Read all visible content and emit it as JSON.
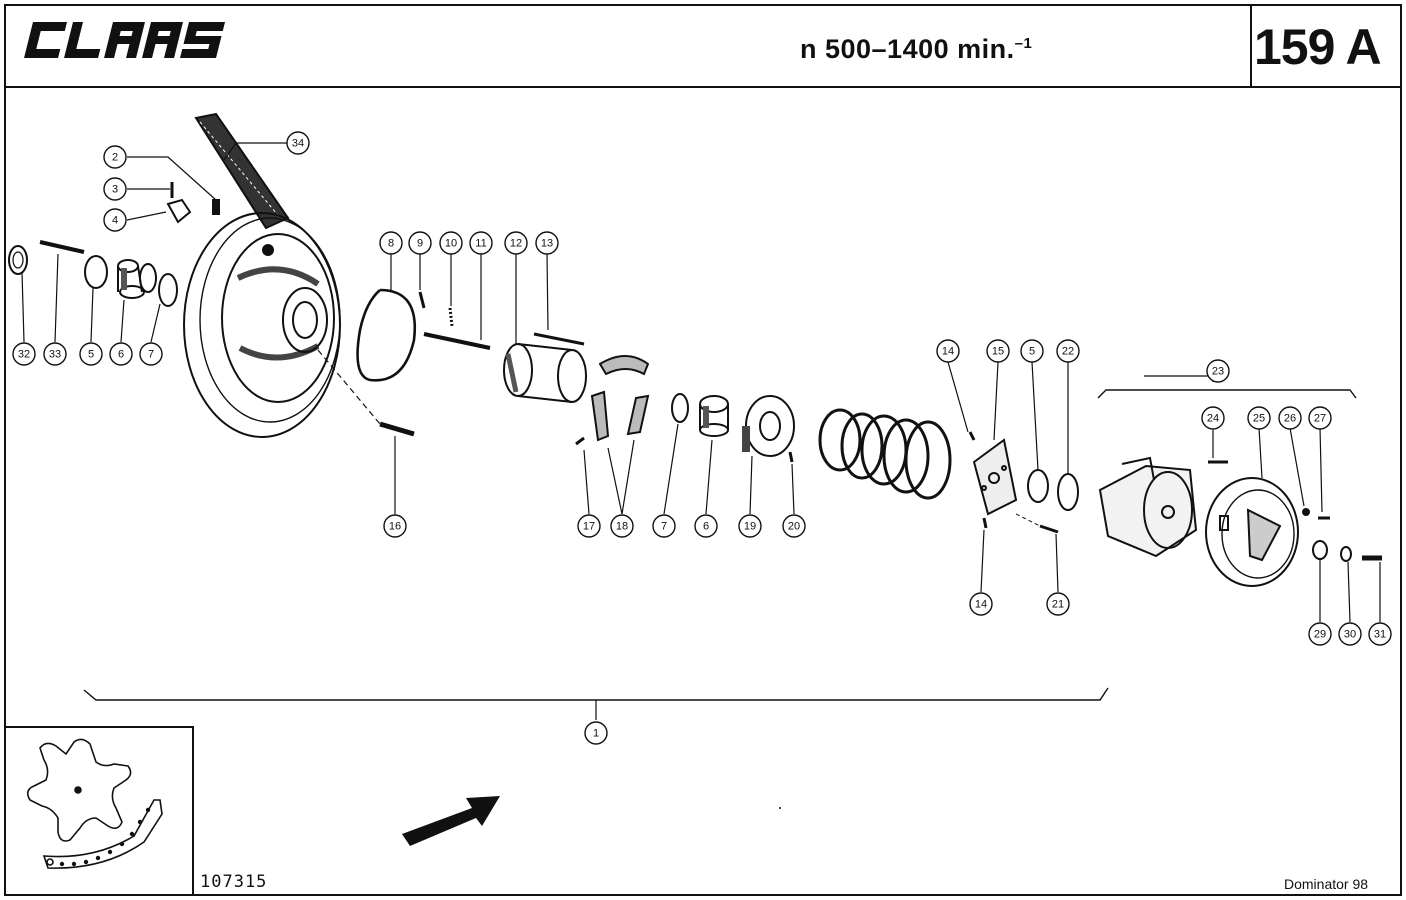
{
  "header": {
    "brand": "CLAAS",
    "speed_text": "n 500–1400 min.",
    "speed_exponent": "–1",
    "page_number": "159 A"
  },
  "footer": {
    "drawing_number": "107315",
    "model": "Dominator 98"
  },
  "callouts": [
    {
      "id": "c2",
      "label": "2"
    },
    {
      "id": "c3",
      "label": "3"
    },
    {
      "id": "c4",
      "label": "4"
    },
    {
      "id": "c34",
      "label": "34"
    },
    {
      "id": "c32",
      "label": "32"
    },
    {
      "id": "c33",
      "label": "33"
    },
    {
      "id": "c5a",
      "label": "5"
    },
    {
      "id": "c6a",
      "label": "6"
    },
    {
      "id": "c7a",
      "label": "7"
    },
    {
      "id": "c8",
      "label": "8"
    },
    {
      "id": "c9",
      "label": "9"
    },
    {
      "id": "c10",
      "label": "10"
    },
    {
      "id": "c11",
      "label": "11"
    },
    {
      "id": "c12",
      "label": "12"
    },
    {
      "id": "c13",
      "label": "13"
    },
    {
      "id": "c16",
      "label": "16"
    },
    {
      "id": "c17",
      "label": "17"
    },
    {
      "id": "c18",
      "label": "18"
    },
    {
      "id": "c7b",
      "label": "7"
    },
    {
      "id": "c6b",
      "label": "6"
    },
    {
      "id": "c19",
      "label": "19"
    },
    {
      "id": "c20",
      "label": "20"
    },
    {
      "id": "c14a",
      "label": "14"
    },
    {
      "id": "c15",
      "label": "15"
    },
    {
      "id": "c5b",
      "label": "5"
    },
    {
      "id": "c22",
      "label": "22"
    },
    {
      "id": "c14b",
      "label": "14"
    },
    {
      "id": "c21",
      "label": "21"
    },
    {
      "id": "c23",
      "label": "23"
    },
    {
      "id": "c24",
      "label": "24"
    },
    {
      "id": "c25",
      "label": "25"
    },
    {
      "id": "c26",
      "label": "26"
    },
    {
      "id": "c27",
      "label": "27"
    },
    {
      "id": "c29",
      "label": "29"
    },
    {
      "id": "c30",
      "label": "30"
    },
    {
      "id": "c31",
      "label": "31"
    },
    {
      "id": "c1",
      "label": "1"
    }
  ]
}
